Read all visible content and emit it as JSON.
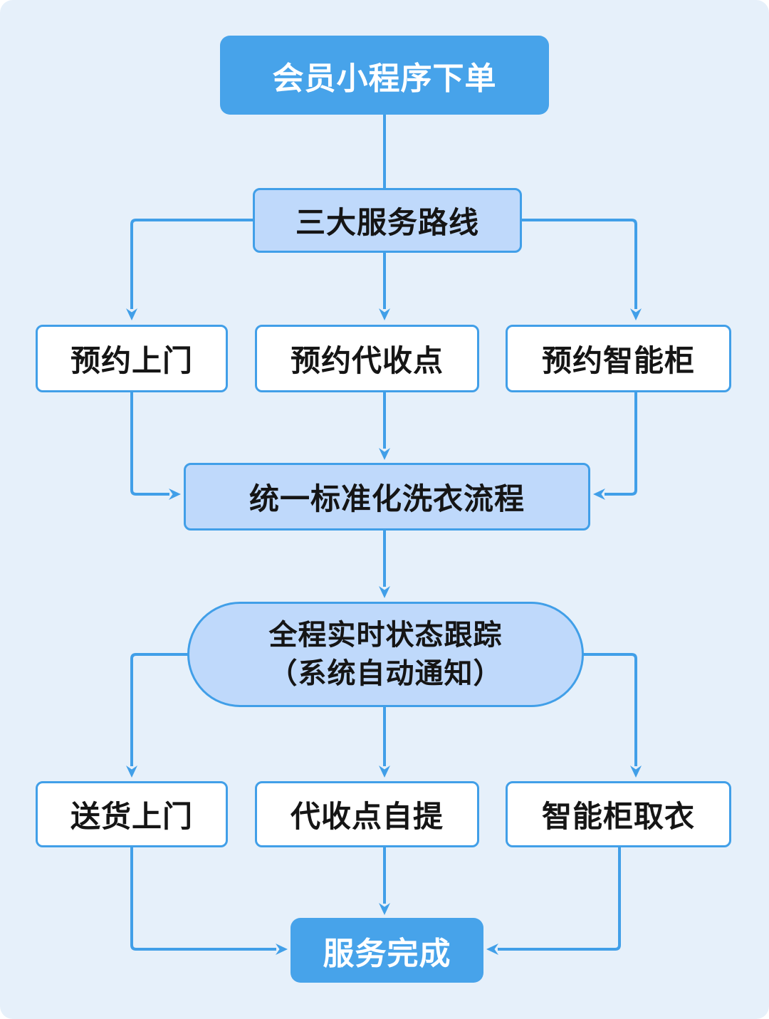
{
  "diagram": {
    "colors": {
      "background": "#E6F0FA",
      "accent": "#47A3EA",
      "light_fill": "#BFD9FB",
      "line": "#419FE8",
      "text": "#151515"
    },
    "nodes": {
      "order": {
        "label": "会员小程序下单",
        "type": "solid"
      },
      "routes": {
        "label": "三大服务路线",
        "type": "light"
      },
      "book_home": {
        "label": "预约上门",
        "type": "white"
      },
      "book_point": {
        "label": "预约代收点",
        "type": "white"
      },
      "book_locker": {
        "label": "预约智能柜",
        "type": "white"
      },
      "process": {
        "label": "统一标准化洗衣流程",
        "type": "light"
      },
      "tracking": {
        "label_line1": "全程实时状态跟踪",
        "label_line2": "（系统自动通知）",
        "type": "pill"
      },
      "deliver_home": {
        "label": "送货上门",
        "type": "white"
      },
      "point_pickup": {
        "label": "代收点自提",
        "type": "white"
      },
      "locker_pickup": {
        "label": "智能柜取衣",
        "type": "white"
      },
      "done": {
        "label": "服务完成",
        "type": "solid"
      }
    },
    "edges": [
      {
        "from": "order",
        "to": "routes",
        "arrow": false
      },
      {
        "from": "routes",
        "to": "book_home",
        "arrow": true
      },
      {
        "from": "routes",
        "to": "book_point",
        "arrow": true
      },
      {
        "from": "routes",
        "to": "book_locker",
        "arrow": true
      },
      {
        "from": "book_home",
        "to": "process",
        "arrow": true
      },
      {
        "from": "book_point",
        "to": "process",
        "arrow": true
      },
      {
        "from": "book_locker",
        "to": "process",
        "arrow": true
      },
      {
        "from": "process",
        "to": "tracking",
        "arrow": true
      },
      {
        "from": "tracking",
        "to": "deliver_home",
        "arrow": true
      },
      {
        "from": "tracking",
        "to": "point_pickup",
        "arrow": true
      },
      {
        "from": "tracking",
        "to": "locker_pickup",
        "arrow": true
      },
      {
        "from": "deliver_home",
        "to": "done",
        "arrow": true
      },
      {
        "from": "point_pickup",
        "to": "done",
        "arrow": true
      },
      {
        "from": "locker_pickup",
        "to": "done",
        "arrow": true
      }
    ]
  }
}
